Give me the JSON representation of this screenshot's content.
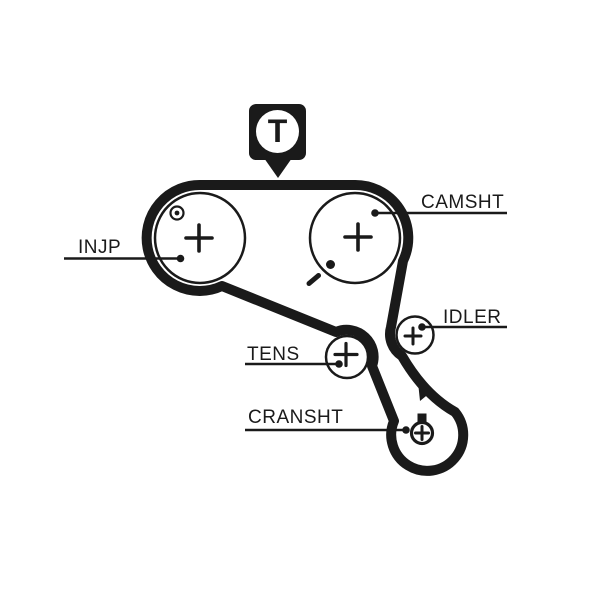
{
  "diagram": {
    "type": "timing-belt-routing",
    "tension_marker_letter": "T",
    "labels": {
      "injection_pump": "INJP",
      "camshaft": "CAMSHT",
      "idler": "IDLER",
      "tensioner": "TENS",
      "crankshaft": "CRANSHT"
    },
    "colors": {
      "line": "#1a1a1a",
      "background": "#ffffff"
    }
  }
}
